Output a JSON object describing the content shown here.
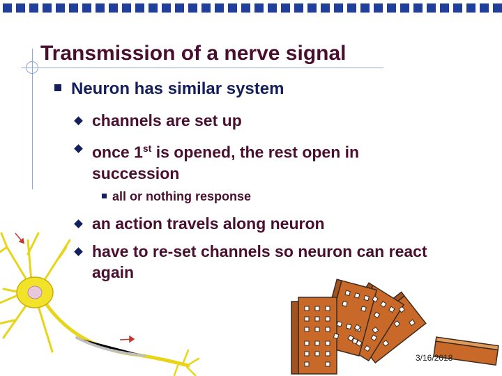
{
  "slide": {
    "title": "Transmission of a nerve signal",
    "main_bullet": "Neuron has similar system",
    "sub_bullets_a": [
      "channels are set up",
      "once 1st is opened, the rest open in succession"
    ],
    "third_level": "all or nothing response",
    "sub_bullets_b": [
      "an action travels along neuron",
      "have to re-set channels so neuron can react again"
    ],
    "date": "3/16/2018"
  },
  "colors": {
    "title": "#4a0f2e",
    "bullet": "#14205e",
    "accent": "#1f3f9a",
    "domino": "#c8692a"
  },
  "icons": {
    "neuron": "neuron-illustration",
    "dominoes": "falling-dominoes-illustration"
  }
}
